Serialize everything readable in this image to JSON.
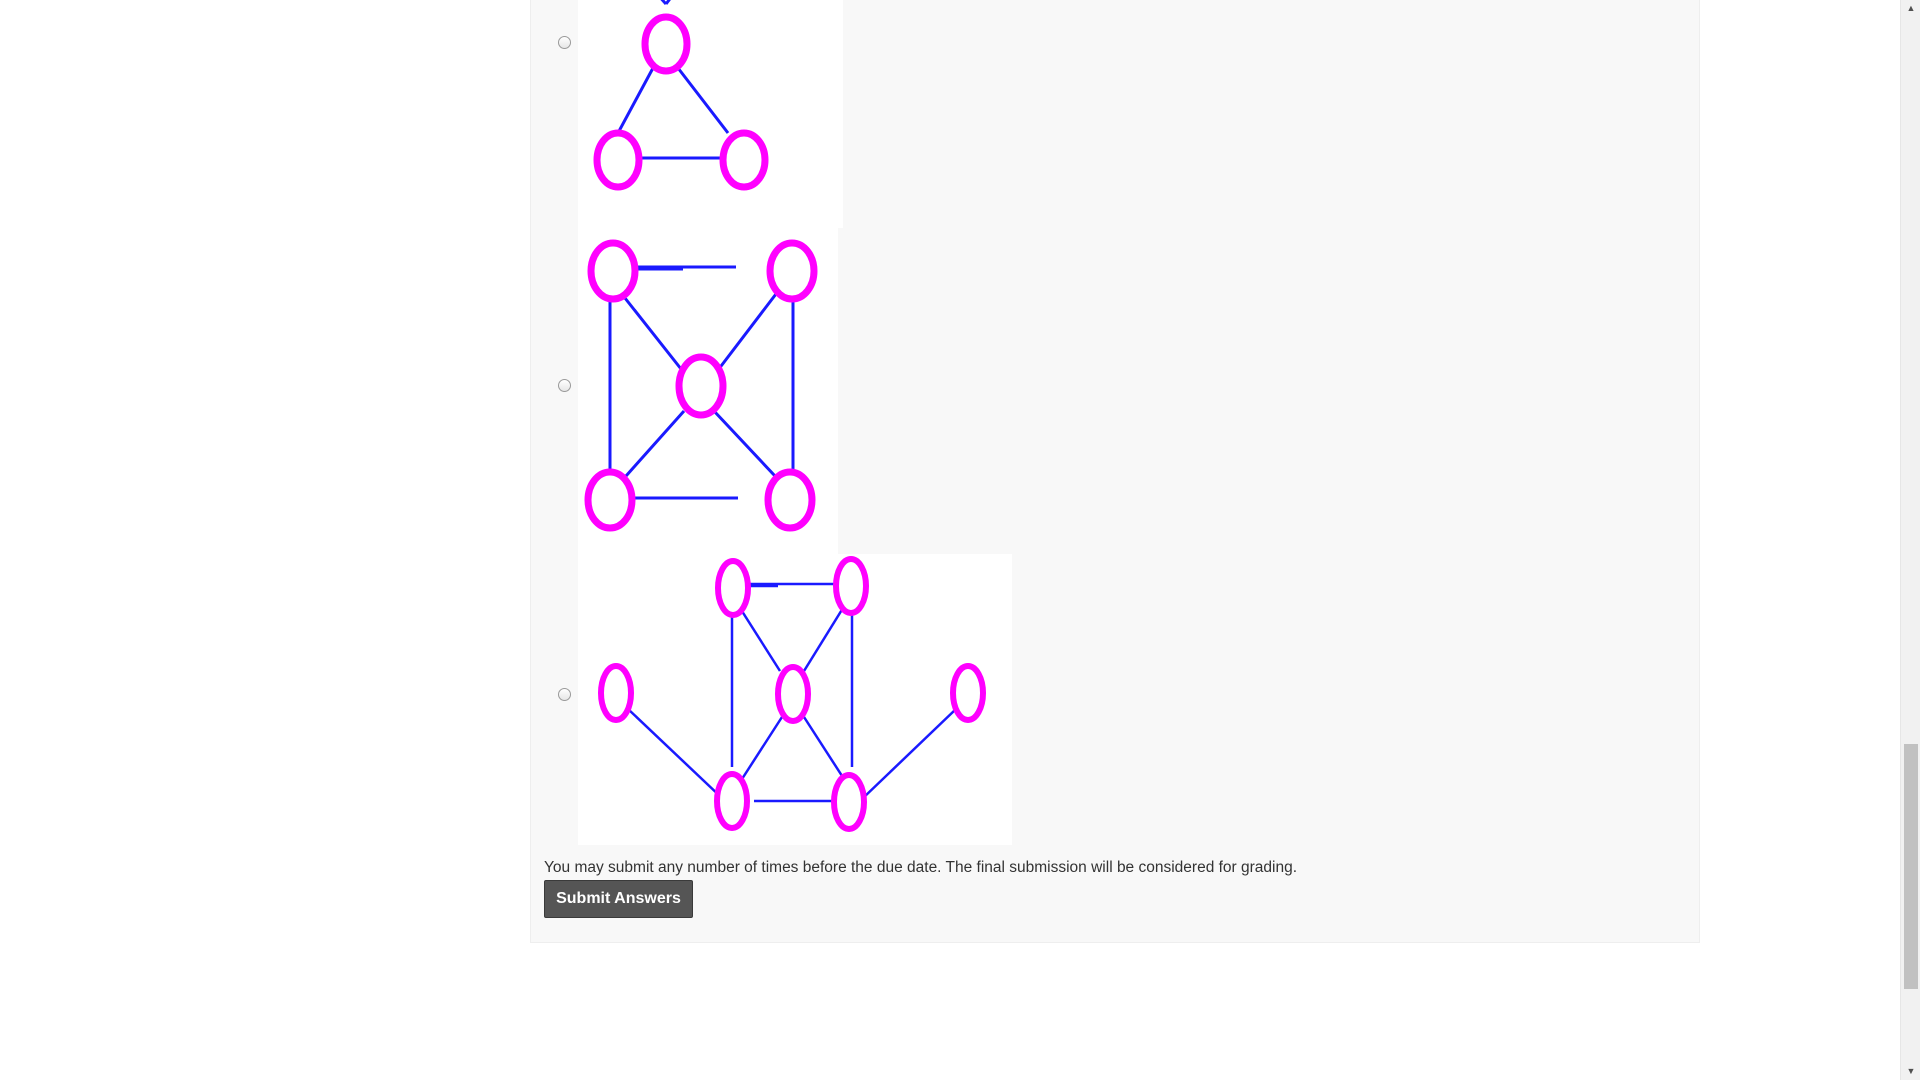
{
  "question": {
    "options": [
      {
        "name": "graph-option-1",
        "selected": false
      },
      {
        "name": "graph-option-2",
        "selected": false
      },
      {
        "name": "graph-option-3",
        "selected": false
      }
    ]
  },
  "graph_style": {
    "node_color": "#ff00ff",
    "edge_color": "#1a1aff",
    "background": "#ffffff"
  },
  "footer": {
    "note": "You may submit any number of times before the due date. The final submission will be considered for grading.",
    "submit_label": "Submit Answers"
  },
  "scrollbar": {
    "up_icon": "triangle-up-icon",
    "down_icon": "triangle-down-icon",
    "position_fraction": 0.87
  }
}
